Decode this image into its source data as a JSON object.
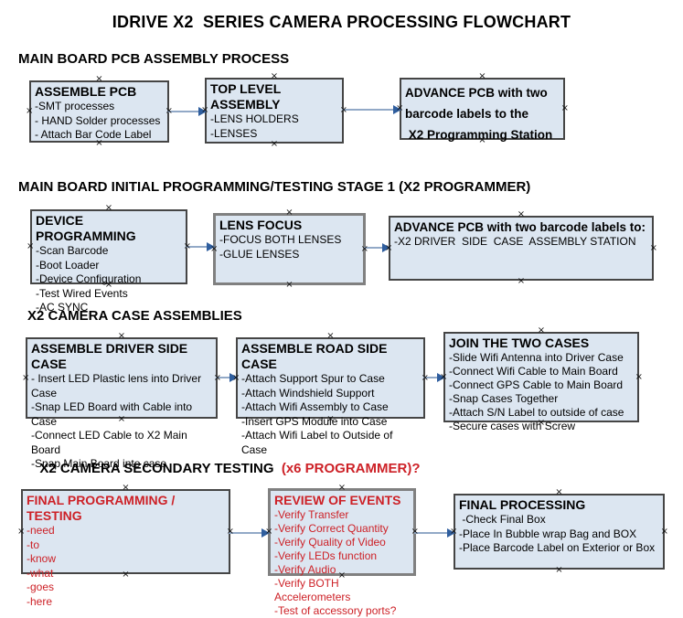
{
  "glyphs": {
    "connector": "×"
  },
  "colors": {
    "box_fill": "#dce6f1",
    "box_border": "#454545",
    "box_border_gray": "#808080",
    "arrow_line": "#92a9c7",
    "arrow_head": "#2f5e9e",
    "red": "#cd2127"
  },
  "title": "IDRIVE X2  SERIES CAMERA PROCESSING FLOWCHART",
  "sections": [
    {
      "header": "MAIN BOARD PCB ASSEMBLY PROCESS",
      "boxes": [
        {
          "title": "ASSEMBLE PCB",
          "lines": [
            "-SMT processes",
            "- HAND Solder processes",
            "- Attach Bar Code Label"
          ]
        },
        {
          "title": "TOP LEVEL ASSEMBLY",
          "lines": [
            "-LENS HOLDERS",
            "-LENSES"
          ]
        },
        {
          "title_lines": [
            "ADVANCE PCB with two",
            "barcode labels to the",
            " X2 Programming Station"
          ]
        }
      ]
    },
    {
      "header": "MAIN BOARD INITIAL PROGRAMMING/TESTING STAGE 1 (X2 PROGRAMMER)",
      "boxes": [
        {
          "title": "DEVICE PROGRAMMING",
          "lines": [
            "-Scan Barcode",
            "-Boot Loader",
            "-Device Configuration",
            "-Test Wired Events",
            "-AC SYNC"
          ]
        },
        {
          "title": "LENS FOCUS",
          "lines": [
            "-FOCUS BOTH LENSES",
            "-GLUE LENSES"
          ]
        },
        {
          "title": "ADVANCE PCB with two barcode labels to:",
          "lines": [
            "-X2 DRIVER  SIDE  CASE  ASSEMBLY STATION"
          ]
        }
      ]
    },
    {
      "header": "X2 CAMERA CASE ASSEMBLIES",
      "boxes": [
        {
          "title": "ASSEMBLE DRIVER SIDE CASE",
          "lines": [
            "- Insert LED Plastic lens into Driver Case",
            "-Snap LED Board with Cable into Case",
            "-Connect LED Cable to X2 Main Board",
            "-Snap Main Board into case"
          ]
        },
        {
          "title": "ASSEMBLE ROAD SIDE CASE",
          "lines": [
            "-Attach Support Spur to Case",
            "-Attach Windshield Support",
            "-Attach Wifi Assembly to Case",
            "-Insert GPS Module into Case",
            "-Attach Wifi Label to Outside of Case"
          ]
        },
        {
          "title": "JOIN THE TWO CASES",
          "lines": [
            "-Slide Wifi Antenna into Driver Case",
            "-Connect Wifi Cable to Main Board",
            "-Connect GPS Cable to Main Board",
            "-Snap Cases Together",
            "-Attach S/N Label to outside of case",
            "-Secure cases with Screw"
          ]
        }
      ]
    },
    {
      "header": "X2 CAMERA SECONDARY TESTING  ",
      "header_red": "(x6 PROGRAMMER)?",
      "boxes": [
        {
          "title": "FINAL PROGRAMMING / TESTING",
          "lines": [
            "-need",
            "-to",
            "-know",
            "-what",
            "-goes",
            "-here"
          ]
        },
        {
          "title": "REVIEW OF EVENTS",
          "lines": [
            "-Verify Transfer",
            "-Verify Correct Quantity",
            "-Verify Quality of Video",
            "-Verify LEDs function",
            "-Verify Audio",
            "-Verify BOTH Accelerometers",
            "-Test of accessory ports?"
          ]
        },
        {
          "title": "FINAL PROCESSING",
          "lines": [
            " -Check Final Box",
            "-Place In Bubble wrap Bag and BOX",
            "-Place Barcode Label on Exterior or Box"
          ]
        }
      ]
    }
  ]
}
